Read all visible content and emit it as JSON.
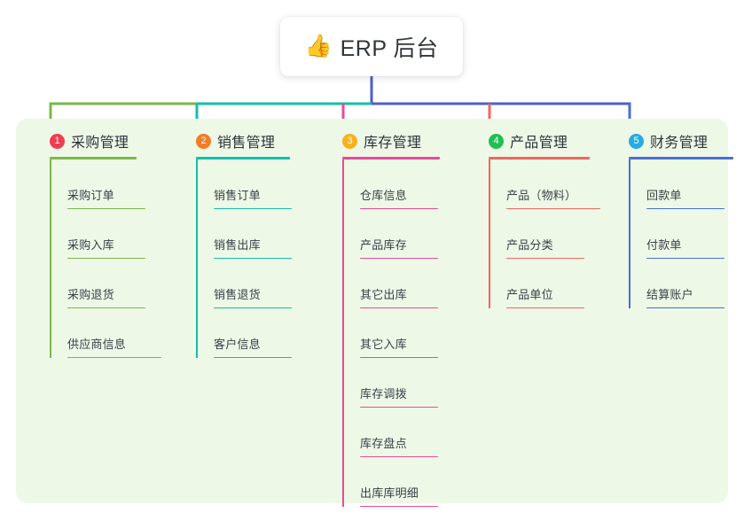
{
  "root": {
    "icon": "thumbs-up-icon",
    "emoji": "👍",
    "title": "ERP 后台"
  },
  "panel": {
    "background_color": "#eef8e7"
  },
  "connectors": {
    "trunk_color": "#4f5fc4",
    "bus_segments": [
      {
        "color": "#7ab84a"
      },
      {
        "color": "#12bfa8"
      },
      {
        "color": "#4f5fc4"
      }
    ]
  },
  "columns": [
    {
      "index": "1",
      "badge_color": "#ef3e52",
      "line_color": "#7ab84a",
      "title": "采购管理",
      "rule_width": 98,
      "items": [
        {
          "label": "采购订单"
        },
        {
          "label": "采购入库"
        },
        {
          "label": "采购退货"
        },
        {
          "label": "供应商信息",
          "wide": true
        }
      ]
    },
    {
      "index": "2",
      "badge_color": "#f47b28",
      "line_color": "#12bfa8",
      "title": "销售管理",
      "rule_width": 106,
      "items": [
        {
          "label": "销售订单"
        },
        {
          "label": "销售出库"
        },
        {
          "label": "销售退货"
        },
        {
          "label": "客户信息"
        }
      ]
    },
    {
      "index": "3",
      "badge_color": "#f5b21c",
      "line_color": "#ea4a9a",
      "title": "库存管理",
      "rule_width": 110,
      "items": [
        {
          "label": "仓库信息"
        },
        {
          "label": "产品库存"
        },
        {
          "label": "其它出库"
        },
        {
          "label": "其它入库"
        },
        {
          "label": "库存调拨"
        },
        {
          "label": "库存盘点"
        },
        {
          "label": "出库库明细"
        }
      ]
    },
    {
      "index": "4",
      "badge_color": "#20bf55",
      "line_color": "#f2675f",
      "title": "产品管理",
      "rule_width": 114,
      "items": [
        {
          "label": "产品（物料）",
          "wide": true
        },
        {
          "label": "产品分类"
        },
        {
          "label": "产品单位"
        }
      ]
    },
    {
      "index": "5",
      "badge_color": "#29abe2",
      "line_color": "#4a6fd4",
      "title": "财务管理",
      "rule_width": 118,
      "items": [
        {
          "label": "回款单"
        },
        {
          "label": "付款单"
        },
        {
          "label": "结算账户"
        }
      ]
    }
  ]
}
